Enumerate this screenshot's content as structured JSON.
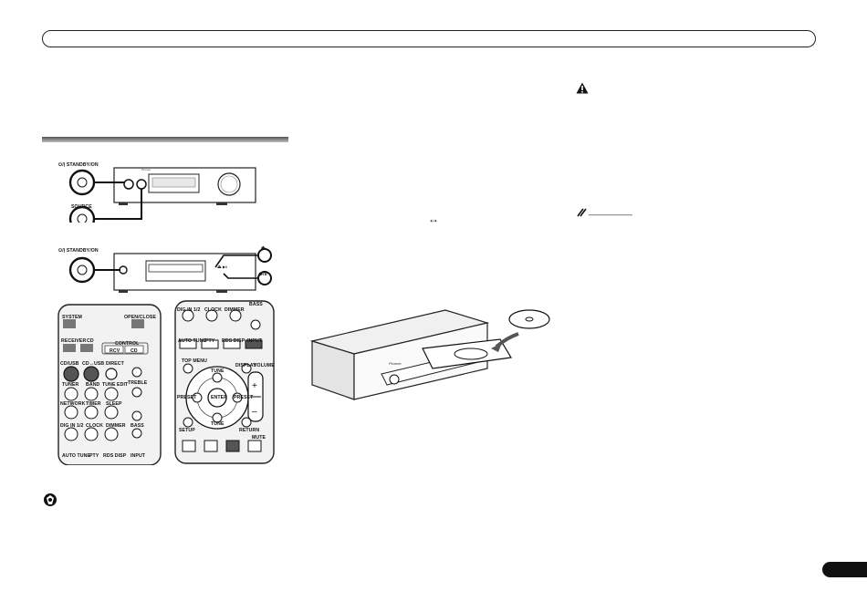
{
  "icons": {
    "important": "important-icon",
    "caution": "warning-triangle-icon",
    "note": "note-pencil-icon",
    "arrow": "double-arrow-icon"
  },
  "labels": {
    "standby_on": "⏻/| STANDBY/ON",
    "source": "SOURCE",
    "open_close": "⏏",
    "play_pause": "▶/II",
    "brand": "Pioneer"
  },
  "body_symbol": "↔",
  "remote_left": {
    "system": "SYSTEM",
    "open_close": "OPEN/CLOSE",
    "receiver": "RECEIVER",
    "cd": "CD",
    "control": "CONTROL",
    "rcv": "RCV",
    "cd_small": "CD",
    "cd_usb": "CD/USB",
    "cd_usb_2": "CD↔USB",
    "direct": "DIRECT",
    "tuner": "TUNER",
    "band": "BAND",
    "tune_edit": "TUNE EDIT",
    "treble": "TREBLE",
    "network": "NETWORK",
    "timer": "TIMER",
    "sleep": "SLEEP",
    "bass": "BASS",
    "dig_in": "DIG IN 1/2",
    "clock": "CLOCK",
    "dimmer": "DIMMER",
    "auto_tune": "AUTO TUNE",
    "pty": "PTY",
    "rds_disp": "RDS DISP",
    "input": "INPUT"
  },
  "remote_right": {
    "dig_in": "DIG IN 1/2",
    "clock": "CLOCK",
    "dimmer": "DIMMER",
    "bass": "BASS",
    "auto_tune": "AUTO TUNE",
    "pty": "PTY",
    "rds_disp": "RDS DISP",
    "input": "INPUT",
    "top_menu": "TOP MENU",
    "display": "DISPLAY",
    "volume": "VOLUME",
    "tune": "TUNE",
    "preset": "PRESET",
    "enter": "ENTER",
    "setup": "SETUP",
    "return": "RETURN",
    "mute": "MUTE"
  }
}
